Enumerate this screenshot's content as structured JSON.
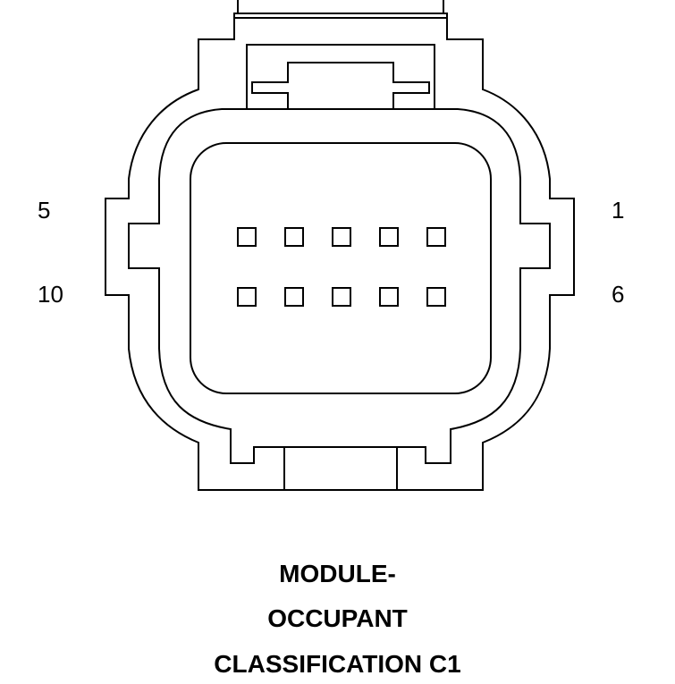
{
  "pin_labels": {
    "top_left": "5",
    "bottom_left": "10",
    "top_right": "1",
    "bottom_right": "6"
  },
  "caption": {
    "line1": "MODULE-",
    "line2": "OCCUPANT",
    "line3": "CLASSIFICATION C1"
  },
  "pins": {
    "rows": 2,
    "columns": 5
  }
}
